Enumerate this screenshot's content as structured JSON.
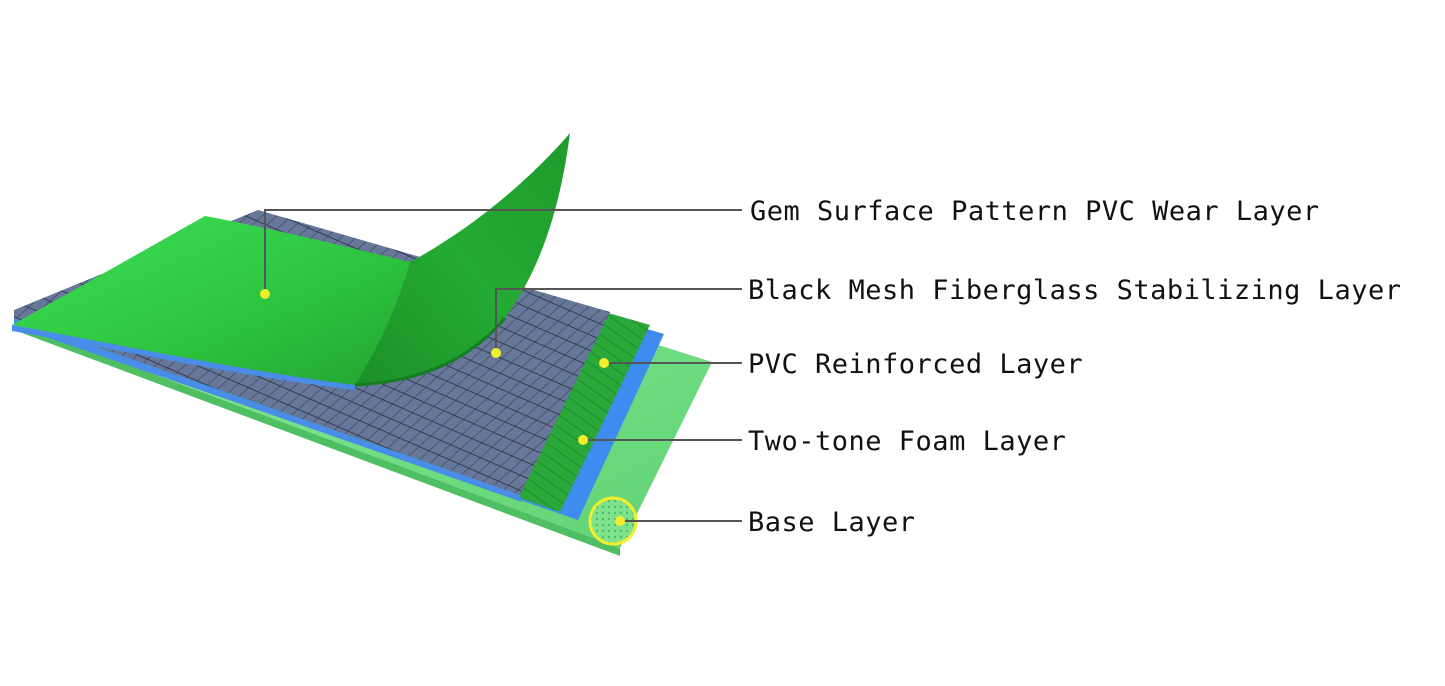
{
  "labels": [
    {
      "id": "wear",
      "text": "Gem Surface Pattern PVC Wear Layer"
    },
    {
      "id": "mesh",
      "text": "Black Mesh Fiberglass Stabilizing Layer"
    },
    {
      "id": "reinforced",
      "text": "PVC Reinforced Layer"
    },
    {
      "id": "foam",
      "text": "Two-tone Foam Layer"
    },
    {
      "id": "base",
      "text": "Base Layer"
    }
  ],
  "colors": {
    "wear_top": "#3fd94a",
    "wear_dark": "#1e9a2a",
    "mesh": "#5a6a8a",
    "reinforced": "#2aa83a",
    "foam": "#3f8cf0",
    "base": "#7fe88f",
    "marker": "#f2ee2a",
    "leader": "#555555"
  }
}
